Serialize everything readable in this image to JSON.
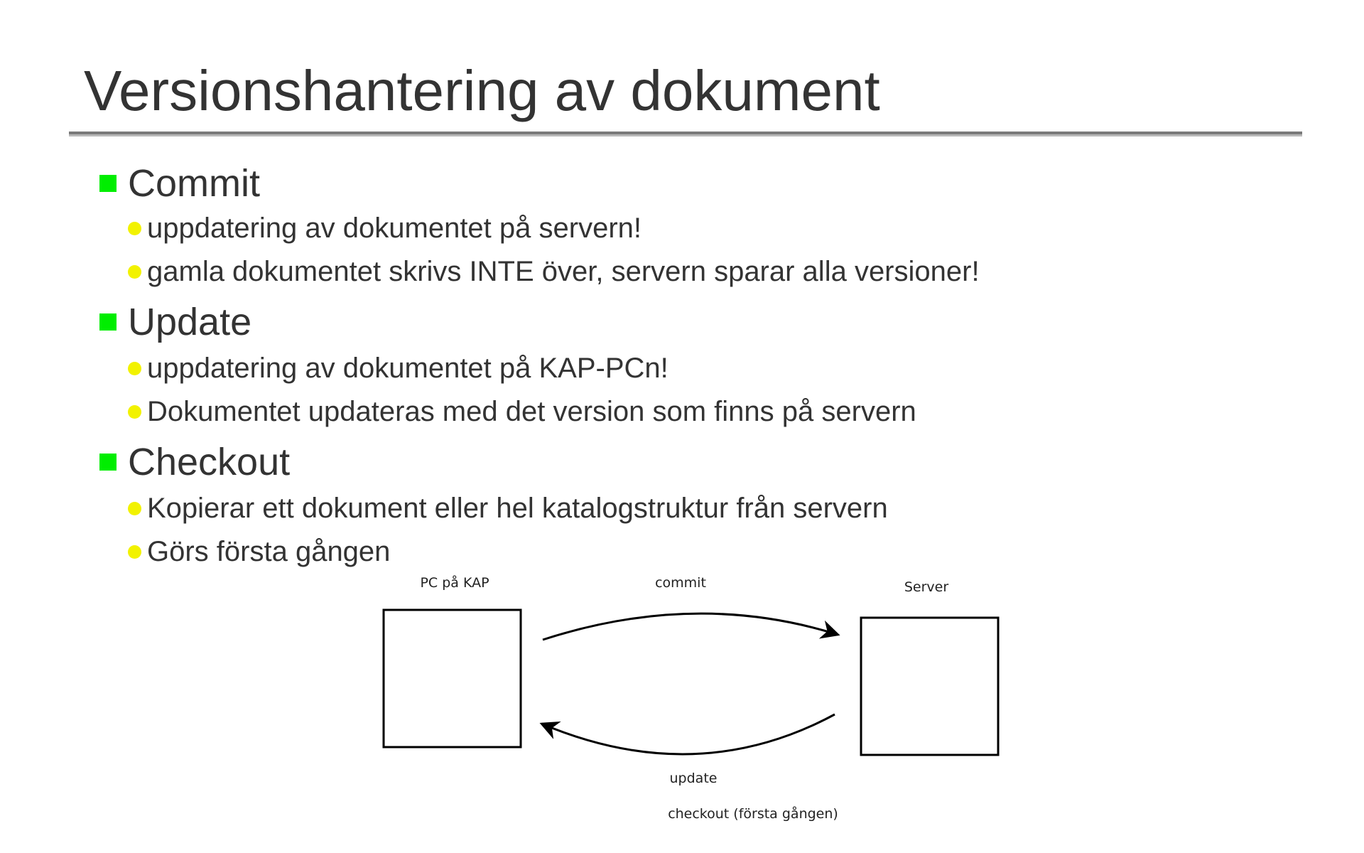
{
  "slide": {
    "title": "Versionshantering av dokument",
    "sections": [
      {
        "heading": "Commit",
        "points": [
          "uppdatering av dokumentet på servern!",
          "gamla dokumentet skrivs INTE över, servern sparar alla versioner!"
        ]
      },
      {
        "heading": "Update",
        "points": [
          "uppdatering av dokumentet på KAP-PCn!",
          "Dokumentet updateras med det version som finns på servern"
        ]
      },
      {
        "heading": "Checkout",
        "points": [
          "Kopierar ett dokument eller hel katalogstruktur från servern",
          "Görs första gången"
        ]
      }
    ]
  },
  "diagram": {
    "left_box_label": "PC på KAP",
    "right_box_label": "Server",
    "top_arrow_label": "commit",
    "bottom_arrow_label": "update",
    "footer_label": "checkout (första gången)"
  },
  "colors": {
    "text": "#333333",
    "level1_marker": "#00ee00",
    "level2_marker": "#f2f200",
    "title_rule": "#7a7a7a"
  }
}
